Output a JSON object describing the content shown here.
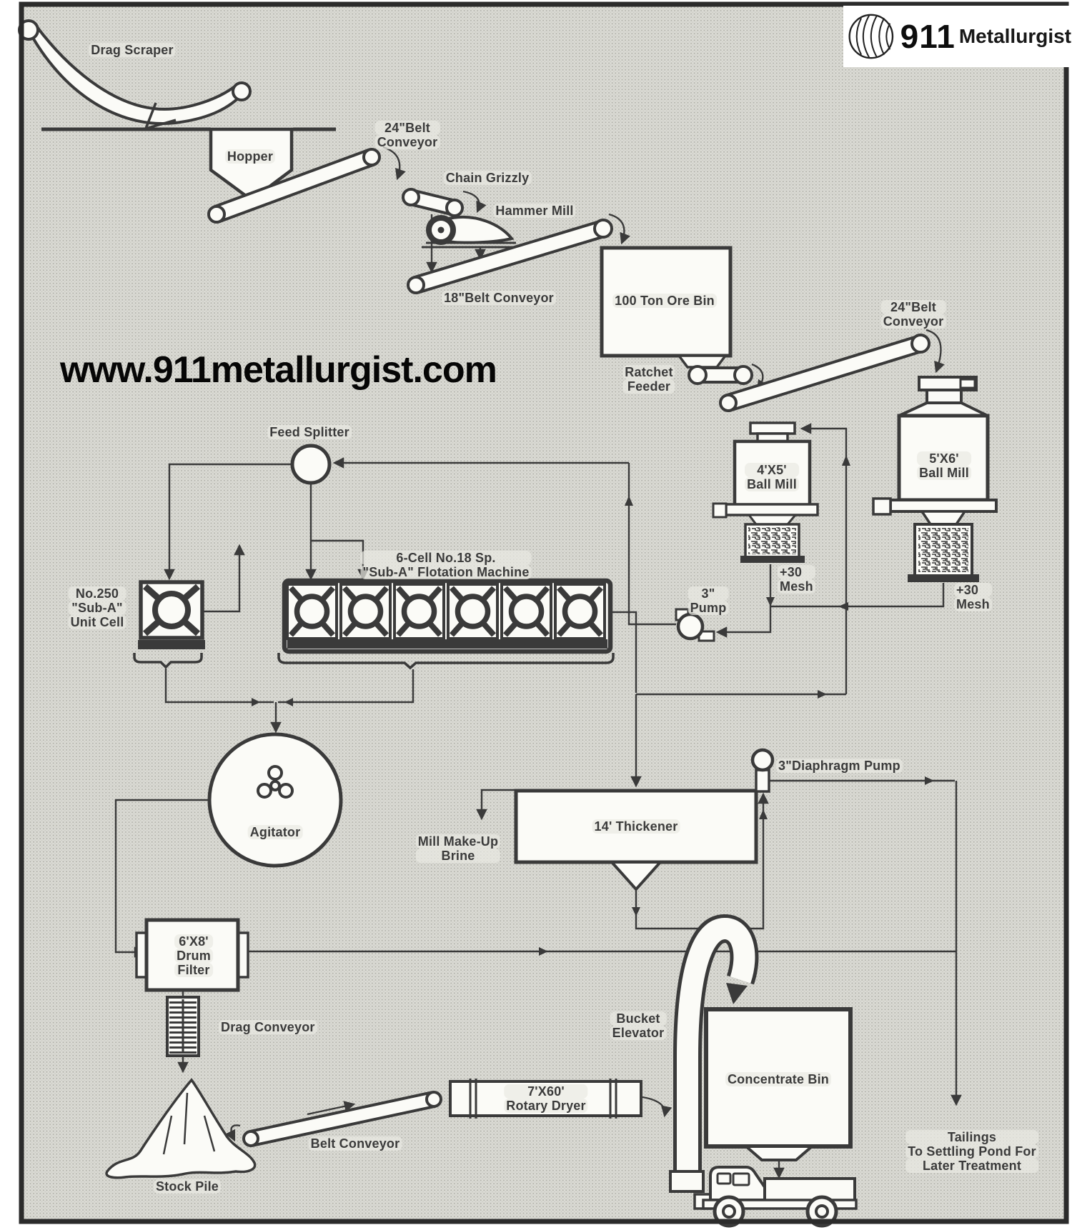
{
  "watermark": "www.911metallurgist.com",
  "logo": {
    "number": "911",
    "name": "Metallurgist",
    "globe_icon": "globe-icon"
  },
  "labels": {
    "drag_scraper": {
      "l1": "Drag Scraper"
    },
    "hopper": {
      "l1": "Hopper"
    },
    "belt24_a": {
      "l1": "24\"Belt",
      "l2": "Conveyor"
    },
    "chain_grizzly": {
      "l1": "Chain Grizzly"
    },
    "hammer_mill": {
      "l1": "Hammer Mill"
    },
    "belt18": {
      "l1": "18\"Belt Conveyor"
    },
    "ore_bin": {
      "l1": "100 Ton Ore Bin"
    },
    "ratchet_feeder": {
      "l1": "Ratchet",
      "l2": "Feeder"
    },
    "belt24_b": {
      "l1": "24\"Belt",
      "l2": "Conveyor"
    },
    "ball_mill_5x6": {
      "l1": "5'X6'",
      "l2": "Ball Mill"
    },
    "ball_mill_4x5": {
      "l1": "4'X5'",
      "l2": "Ball Mill"
    },
    "mesh_4x5": {
      "l1": "+30",
      "l2": "Mesh"
    },
    "mesh_5x6": {
      "l1": "+30",
      "l2": "Mesh"
    },
    "pump_3in": {
      "l1": "3\"",
      "l2": "Pump"
    },
    "feed_splitter": {
      "l1": "Feed Splitter"
    },
    "unit_cell": {
      "l1": "No.250",
      "l2": "\"Sub-A\"",
      "l3": "Unit Cell"
    },
    "flotation": {
      "l1": "6-Cell No.18 Sp.",
      "l2": "\"Sub-A\" Flotation Machine"
    },
    "agitator": {
      "l1": "Agitator"
    },
    "brine": {
      "l1": "Mill Make-Up",
      "l2": "Brine"
    },
    "thickener": {
      "l1": "14' Thickener"
    },
    "diaphragm_pump": {
      "l1": "3\"Diaphragm Pump"
    },
    "drum_filter": {
      "l1": "6'X8'",
      "l2": "Drum",
      "l3": "Filter"
    },
    "drag_conveyor": {
      "l1": "Drag Conveyor"
    },
    "stock_pile": {
      "l1": "Stock Pile"
    },
    "belt_conveyor": {
      "l1": "Belt Conveyor"
    },
    "rotary_dryer": {
      "l1": "7'X60'",
      "l2": "Rotary Dryer"
    },
    "bucket_elevator": {
      "l1": "Bucket",
      "l2": "Elevator"
    },
    "concentrate_bin": {
      "l1": "Concentrate Bin"
    },
    "tailings": {
      "l1": "Tailings",
      "l2": "To Settling Pond For",
      "l3": "Later Treatment"
    }
  }
}
